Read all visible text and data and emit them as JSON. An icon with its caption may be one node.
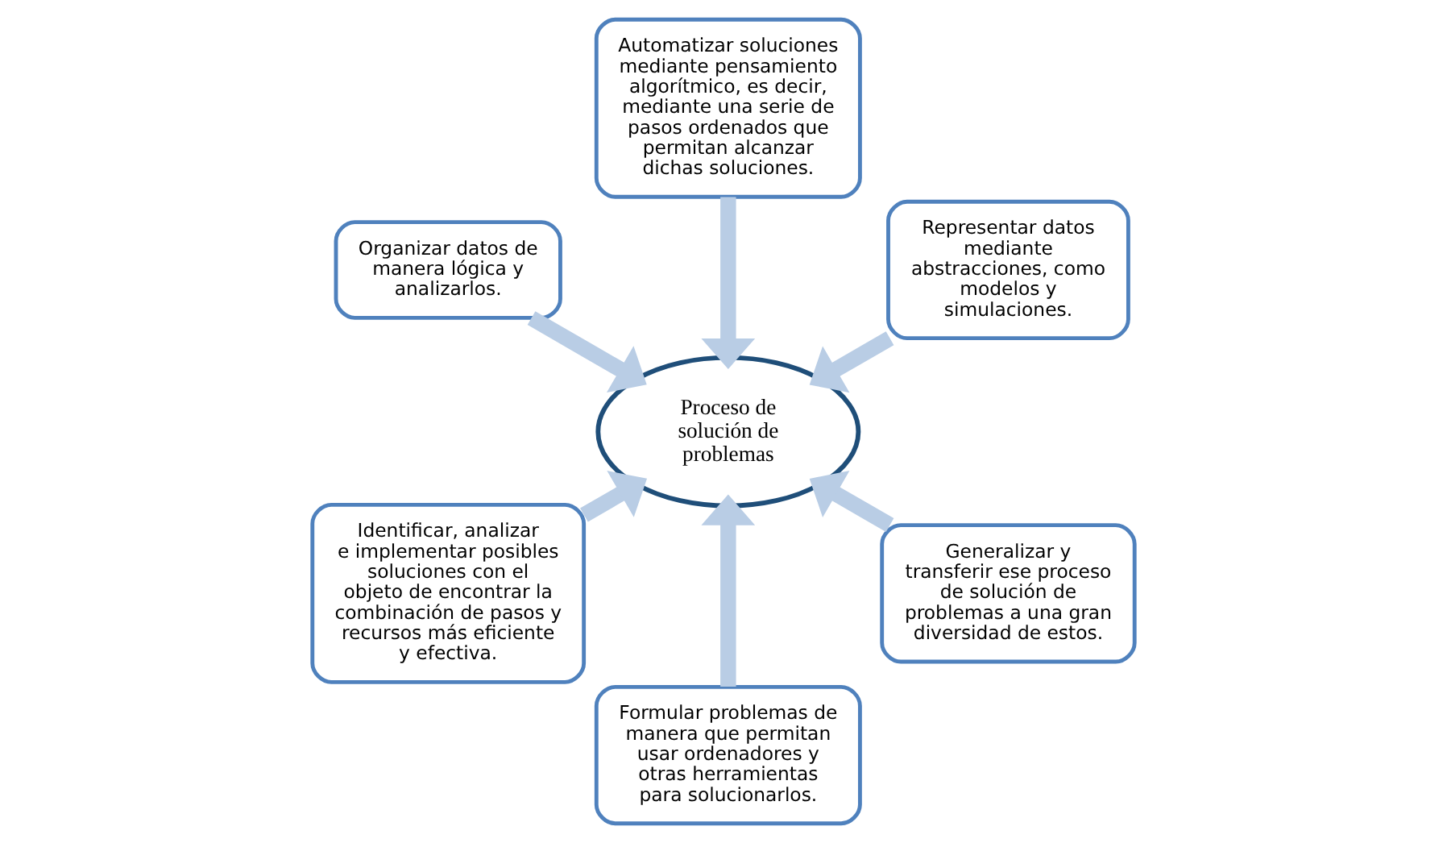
{
  "diagram": {
    "nodes": [
      {
        "text": [
          "Proceso de solución de problemas"
        ]
      },
      {
        "text": [
          "Representar datos mediante abstracciones, como modelos y simulaciones."
        ]
      },
      {
        "text": [
          "Automatizar soluciones mediante pensamiento algorítmico, es decir, mediante una serie de pasos ordenados que permitan alcanzar dichas soluciones."
        ]
      },
      {
        "text": [
          "Organizar datos de manera lógica y analizarlos."
        ]
      },
      {
        "text": [
          "Identificar, analizar e implementar posibles soluciones con el objeto de encontrar la combinación de pasos y recursos más eficiente y efectiva."
        ]
      },
      {
        "text": [
          "Formular problemas de manera que permitan usar ordenadores y otras herramientas para solucionarlos."
        ]
      },
      {
        "text": [
          "Generalizar y transferir ese proceso de solución de problemas a una gran diversidad de estos."
        ]
      }
    ],
    "edges": [
      {
        "from": 1,
        "to": 0,
        "arrow": "to"
      },
      {
        "from": 2,
        "to": 0,
        "arrow": "to"
      },
      {
        "from": 3,
        "to": 0,
        "arrow": "to"
      },
      {
        "from": 4,
        "to": 0,
        "arrow": "to"
      },
      {
        "from": 5,
        "to": 0,
        "arrow": "to"
      },
      {
        "from": 6,
        "to": 0,
        "arrow": "to"
      }
    ]
  }
}
